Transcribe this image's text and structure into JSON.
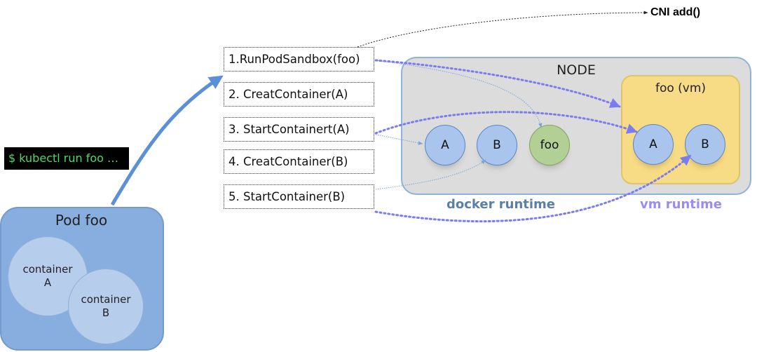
{
  "command": {
    "text": "$ kubectl run foo …"
  },
  "pod": {
    "title": "Pod foo",
    "containers": [
      {
        "line1": "container",
        "line2": "A"
      },
      {
        "line1": "container",
        "line2": "B"
      }
    ]
  },
  "steps": [
    {
      "label": "1.RunPodSandbox(foo)"
    },
    {
      "label": "2. CreatContainer(A)"
    },
    {
      "label": "3. StartContainert(A)"
    },
    {
      "label": "4. CreatContainer(B)"
    },
    {
      "label": "5. StartContainer(B)"
    }
  ],
  "cni": {
    "label": "CNI add()"
  },
  "node": {
    "title": "NODE",
    "docker_containers": [
      {
        "label": "A"
      },
      {
        "label": "B"
      },
      {
        "label": "foo"
      }
    ],
    "vm": {
      "title": "foo (vm)",
      "containers": [
        {
          "label": "A"
        },
        {
          "label": "B"
        }
      ]
    },
    "docker_runtime_label": "docker runtime",
    "vm_runtime_label": "vm runtime"
  },
  "colors": {
    "dotted_arrow": "#7b7cf0",
    "thin_arrow": "#7fa4d8",
    "big_arrow": "#5b8fd6",
    "terminal_text": "#4cd964",
    "vm_fill": "#f8dc85",
    "node_fill": "#dcdcdc"
  }
}
